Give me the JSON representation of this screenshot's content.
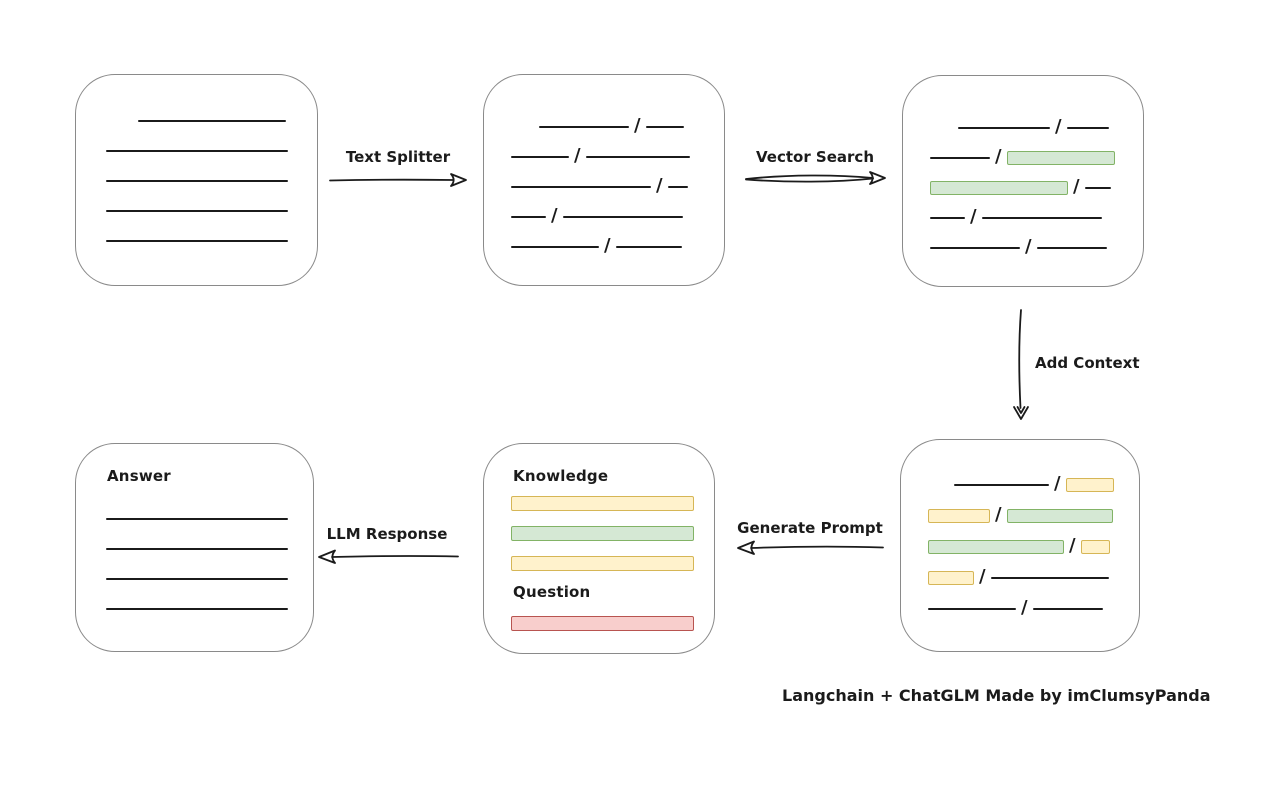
{
  "caption": "Langchain + ChatGLM Made by imClumsyPanda",
  "slash": "/",
  "colors": {
    "green_fill": "#d5e8d4",
    "green_border": "#82b366",
    "yellow_fill": "#fff2cc",
    "yellow_border": "#d6b656",
    "red_fill": "#f8cecc",
    "red_border": "#b85450",
    "box_border": "#8a8a8a",
    "ink": "#1b1b1b"
  },
  "labels": {
    "text_splitter": "Text Splitter",
    "vector_search": "Vector Search",
    "add_context": "Add Context",
    "generate_prompt": "Generate Prompt",
    "llm_response": "LLM Response",
    "knowledge": "Knowledge",
    "question": "Question",
    "answer": "Answer"
  },
  "boxes": {
    "document": {
      "lines": [
        {
          "indent": 32,
          "w": 148
        },
        {
          "indent": 0,
          "w": 182
        },
        {
          "indent": 0,
          "w": 182
        },
        {
          "indent": 0,
          "w": 182
        },
        {
          "indent": 0,
          "w": 182
        }
      ]
    },
    "chunks": {
      "rows": [
        {
          "indent": 28,
          "segs": [
            {
              "t": "line",
              "w": 90
            },
            {
              "t": "slash"
            },
            {
              "t": "line",
              "w": 38
            }
          ]
        },
        {
          "indent": 0,
          "segs": [
            {
              "t": "line",
              "w": 58
            },
            {
              "t": "slash"
            },
            {
              "t": "line",
              "w": 104
            }
          ]
        },
        {
          "indent": 0,
          "segs": [
            {
              "t": "line",
              "w": 140
            },
            {
              "t": "slash"
            },
            {
              "t": "line",
              "w": 20
            }
          ]
        },
        {
          "indent": 0,
          "segs": [
            {
              "t": "line",
              "w": 35
            },
            {
              "t": "slash"
            },
            {
              "t": "line",
              "w": 120
            }
          ]
        },
        {
          "indent": 0,
          "segs": [
            {
              "t": "line",
              "w": 88
            },
            {
              "t": "slash"
            },
            {
              "t": "line",
              "w": 66
            }
          ]
        }
      ]
    },
    "search_results": {
      "rows": [
        {
          "indent": 28,
          "segs": [
            {
              "t": "line",
              "w": 92
            },
            {
              "t": "slash"
            },
            {
              "t": "line",
              "w": 42
            }
          ]
        },
        {
          "indent": 0,
          "segs": [
            {
              "t": "line",
              "w": 60
            },
            {
              "t": "slash"
            },
            {
              "t": "green",
              "w": 108
            }
          ]
        },
        {
          "indent": 0,
          "segs": [
            {
              "t": "green",
              "w": 138
            },
            {
              "t": "slash"
            },
            {
              "t": "line",
              "w": 26
            }
          ]
        },
        {
          "indent": 0,
          "segs": [
            {
              "t": "line",
              "w": 35
            },
            {
              "t": "slash"
            },
            {
              "t": "line",
              "w": 120
            }
          ]
        },
        {
          "indent": 0,
          "segs": [
            {
              "t": "line",
              "w": 90
            },
            {
              "t": "slash"
            },
            {
              "t": "line",
              "w": 70
            }
          ]
        }
      ]
    },
    "context": {
      "rows": [
        {
          "indent": 26,
          "segs": [
            {
              "t": "line",
              "w": 95
            },
            {
              "t": "slash"
            },
            {
              "t": "yellow",
              "w": 48
            }
          ]
        },
        {
          "indent": 0,
          "segs": [
            {
              "t": "yellow",
              "w": 62
            },
            {
              "t": "slash"
            },
            {
              "t": "green",
              "w": 106
            }
          ]
        },
        {
          "indent": 0,
          "segs": [
            {
              "t": "green",
              "w": 136
            },
            {
              "t": "slash"
            },
            {
              "t": "yellow",
              "w": 29
            }
          ]
        },
        {
          "indent": 0,
          "segs": [
            {
              "t": "yellow",
              "w": 46
            },
            {
              "t": "slash"
            },
            {
              "t": "line",
              "w": 118
            }
          ]
        },
        {
          "indent": 0,
          "segs": [
            {
              "t": "line",
              "w": 88
            },
            {
              "t": "slash"
            },
            {
              "t": "line",
              "w": 70
            }
          ]
        }
      ]
    },
    "prompt": {
      "knowledge_bars": [
        "yellow",
        "green",
        "yellow"
      ],
      "question_bars": [
        "red"
      ]
    },
    "answer": {
      "lines": [
        {
          "indent": 0,
          "w": 182
        },
        {
          "indent": 0,
          "w": 182
        },
        {
          "indent": 0,
          "w": 182
        },
        {
          "indent": 0,
          "w": 182
        }
      ]
    }
  }
}
